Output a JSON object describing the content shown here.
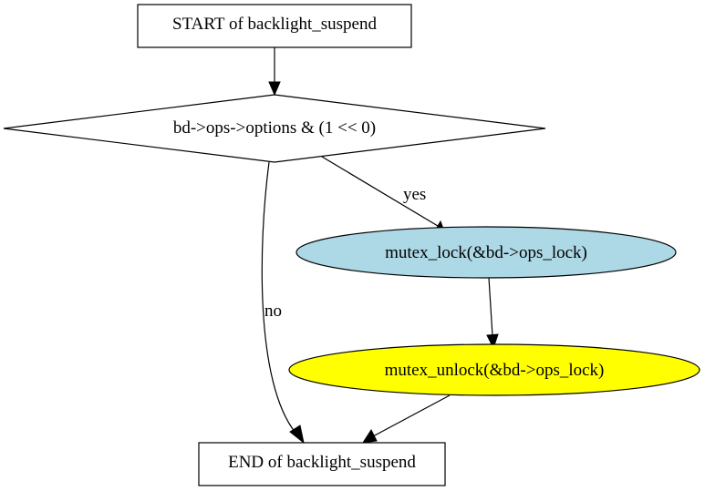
{
  "nodes": {
    "start": {
      "label": "START of backlight_suspend",
      "fill": "#ffffff"
    },
    "condition": {
      "label": "bd->ops->options & (1 << 0)",
      "fill": "#ffffff"
    },
    "mutex_lock": {
      "label": "mutex_lock(&bd->ops_lock)",
      "fill": "#add8e6"
    },
    "mutex_unlock": {
      "label": "mutex_unlock(&bd->ops_lock)",
      "fill": "#ffff00"
    },
    "end": {
      "label": "END of backlight_suspend",
      "fill": "#ffffff"
    }
  },
  "edges": {
    "yes_label": "yes",
    "no_label": "no"
  }
}
